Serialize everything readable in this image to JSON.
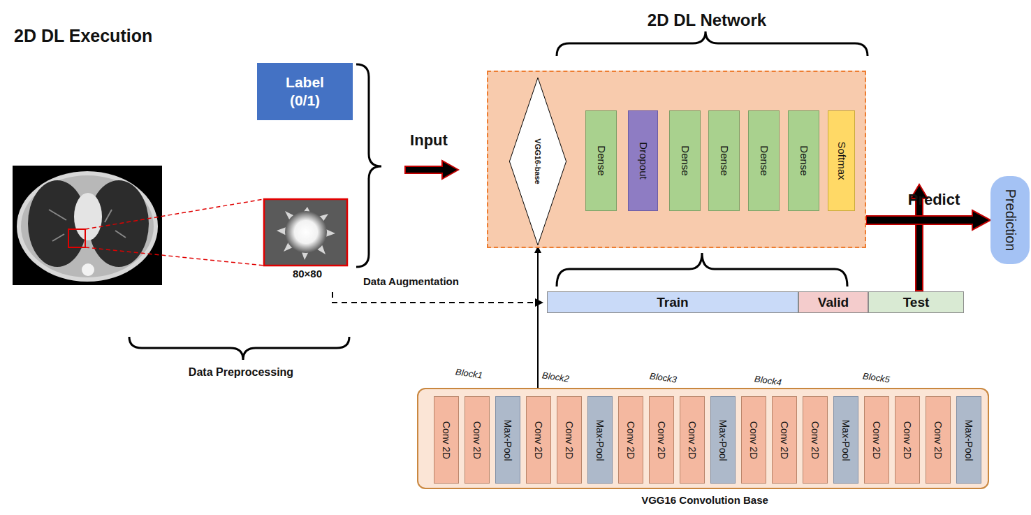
{
  "diagram": {
    "title": "2D DL Execution",
    "nodes": [
      {
        "text": [
          "Label (0/1)"
        ]
      },
      {
        "text": [
          "2D DL Network"
        ]
      },
      {
        "text": [
          "VGG16-base"
        ],
        "in": 1
      },
      {
        "text": [
          "Dense"
        ],
        "in": 1
      },
      {
        "text": [
          "Dropout"
        ],
        "in": 1
      },
      {
        "text": [
          "Dense"
        ],
        "in": 1
      },
      {
        "text": [
          "Dense"
        ],
        "in": 1
      },
      {
        "text": [
          "Dense"
        ],
        "in": 1
      },
      {
        "text": [
          "Dense"
        ],
        "in": 1
      },
      {
        "text": [
          "Softmax"
        ],
        "in": 1
      },
      {
        "text": [
          "Prediction"
        ]
      },
      {
        "text": [
          "Train"
        ]
      },
      {
        "text": [
          "Valid"
        ]
      },
      {
        "text": [
          "Test"
        ]
      },
      {
        "text": [
          "VGG16 Convolution Base"
        ]
      },
      {
        "text": [
          "Conv 2D"
        ],
        "in": 14
      },
      {
        "text": [
          "Conv 2D"
        ],
        "in": 14
      },
      {
        "text": [
          "Max-Pool"
        ],
        "in": 14
      },
      {
        "text": [
          "Conv 2D"
        ],
        "in": 14
      },
      {
        "text": [
          "Conv 2D"
        ],
        "in": 14
      },
      {
        "text": [
          "Max-Pool"
        ],
        "in": 14
      },
      {
        "text": [
          "Conv 2D"
        ],
        "in": 14
      },
      {
        "text": [
          "Conv 2D"
        ],
        "in": 14
      },
      {
        "text": [
          "Conv 2D"
        ],
        "in": 14
      },
      {
        "text": [
          "Max-Pool"
        ],
        "in": 14
      },
      {
        "text": [
          "Conv 2D"
        ],
        "in": 14
      },
      {
        "text": [
          "Conv 2D"
        ],
        "in": 14
      },
      {
        "text": [
          "Conv 2D"
        ],
        "in": 14
      },
      {
        "text": [
          "Max-Pool"
        ],
        "in": 14
      },
      {
        "text": [
          "Conv 2D"
        ],
        "in": 14
      },
      {
        "text": [
          "Conv 2D"
        ],
        "in": 14
      },
      {
        "text": [
          "Conv 2D"
        ],
        "in": 14
      },
      {
        "text": [
          "Max-Pool"
        ],
        "in": 14
      }
    ],
    "edges": [
      {
        "from": 1,
        "to": 10,
        "arrow": "to",
        "label": "Predict"
      },
      {
        "from": 14,
        "to": 2,
        "arrow": "to"
      },
      {
        "from": 2,
        "to": 3,
        "arrow": "none"
      },
      {
        "from": 3,
        "to": 4,
        "arrow": "none"
      },
      {
        "from": 4,
        "to": 5,
        "arrow": "none"
      },
      {
        "from": 5,
        "to": 6,
        "arrow": "none"
      },
      {
        "from": 6,
        "to": 7,
        "arrow": "none"
      },
      {
        "from": 7,
        "to": 8,
        "arrow": "none"
      },
      {
        "from": 8,
        "to": 9,
        "arrow": "none"
      }
    ],
    "labels": [
      "Input",
      "80×80",
      "Data Augmentation",
      "Data Preprocessing",
      "Block1",
      "Block2",
      "Block3",
      "Block4",
      "Block5"
    ]
  }
}
